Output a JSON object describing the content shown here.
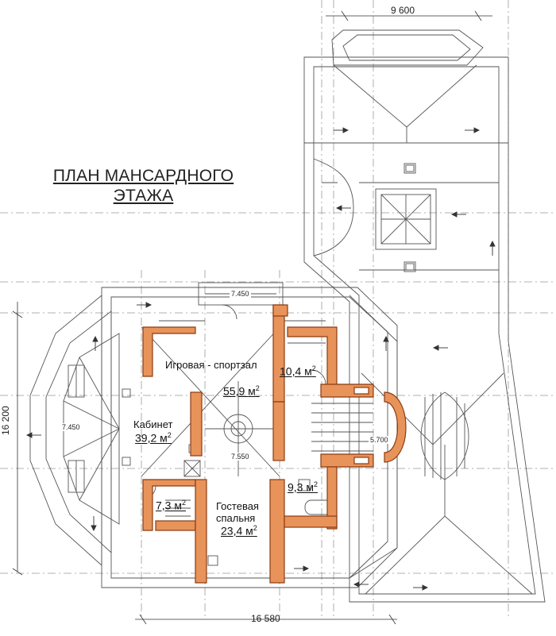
{
  "title": {
    "line1": "ПЛАН МАНСАРДНОГО",
    "line2": "ЭТАЖА"
  },
  "dimensions": {
    "top": "9 600",
    "bottom": "16 580",
    "left": "16 200"
  },
  "levels": {
    "l1": "7.450",
    "l2": "7.450",
    "l3": "7.550",
    "l4": "5.700"
  },
  "rooms": {
    "game": {
      "name": "Игровая - спортзал",
      "area": "55,9 м",
      "sup": "2"
    },
    "bath1": {
      "area": "10,4 м",
      "sup": "2"
    },
    "office": {
      "name": "Кабинет",
      "area": "39,2 м",
      "sup": "2"
    },
    "bath2": {
      "area": "9,3 м",
      "sup": "2"
    },
    "bath3": {
      "area": "7,3 м",
      "sup": "2"
    },
    "guest": {
      "line1": "Гостевая",
      "line2": "спальня",
      "area": "23,4 м",
      "sup": "2"
    }
  },
  "colors": {
    "wall": "#e8935a",
    "wall_stroke": "#8a3c12",
    "line": "#555555",
    "dash": "#888888"
  }
}
